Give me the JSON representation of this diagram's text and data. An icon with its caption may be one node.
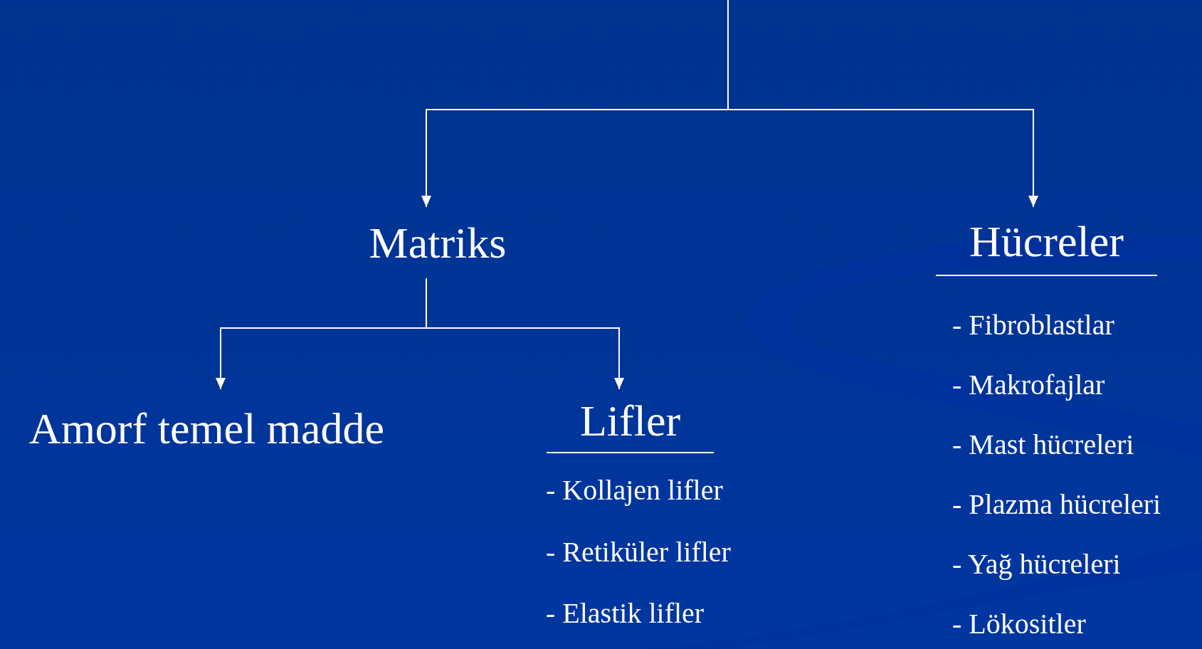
{
  "diagram": {
    "nodes": [
      {
        "text": [
          "Matriks"
        ]
      },
      {
        "text": [
          "Hücreler"
        ]
      },
      {
        "text": [
          "Amorf  temel madde"
        ]
      },
      {
        "text": [
          "Lifler"
        ]
      }
    ],
    "edges": [
      {
        "from": null,
        "to": 0,
        "arrow": "to"
      },
      {
        "from": null,
        "to": 1,
        "arrow": "to"
      },
      {
        "from": 0,
        "to": 2,
        "arrow": "to"
      },
      {
        "from": 0,
        "to": 3,
        "arrow": "to"
      }
    ],
    "labels": [
      "- Fibroblastlar",
      "- Makrofajlar",
      "- Mast hücreleri",
      "- Plazma hücreleri",
      "- Kollajen lifler",
      "- Yağ hücreleri",
      "- Retiküler lifler",
      "- Lökositler",
      "- Elastik lifler"
    ]
  }
}
